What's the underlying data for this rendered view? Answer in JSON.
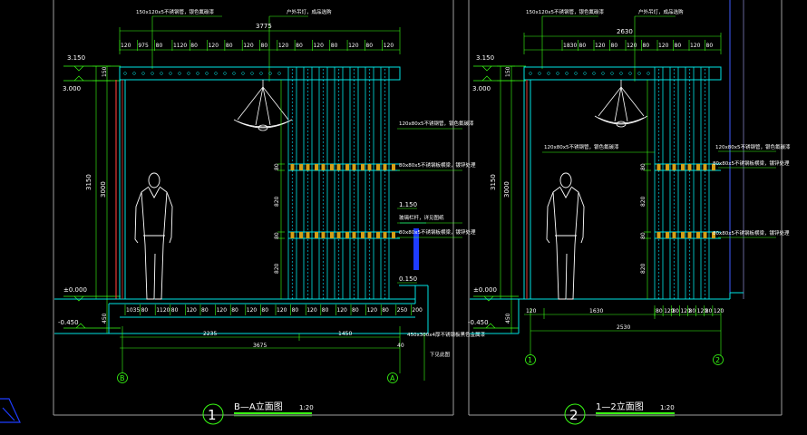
{
  "colors": {
    "background": "#000000",
    "structure": "#00e5e5",
    "dimension": "#39ff14",
    "text": "#ffffff",
    "accent_red": "#e53935",
    "accent_blue": "#1e3cff",
    "frame": "#9e9e9e"
  },
  "left": {
    "top_note": "150x120x5不锈钢管，银色氟碳漆",
    "top_right_note": "户外吊灯，成品选购",
    "total_width": "3775",
    "top_segments": [
      "120",
      "975",
      "80",
      "1120",
      "80",
      "120",
      "80",
      "120",
      "80",
      "120",
      "80",
      "120",
      "80",
      "120",
      "80",
      "120"
    ],
    "level_top": "3.150",
    "level_second": "3.000",
    "level_mid": "1.150",
    "level_low": "0.150",
    "level_zero": "±0.000",
    "level_ground": "-0.450",
    "height_total": "3150",
    "height_inner": "3000",
    "height_top": "150",
    "height_820_upper": "820",
    "height_80_upper": "80",
    "height_820_lower": "820",
    "height_80_lower": "80",
    "height_820_bottom": "820",
    "base_height": "450",
    "note_tube": "120x80x5不锈钢管，银色氟碳漆",
    "note_flat_upper": "80x80x5不锈钢板横梁，镀锌处理",
    "note_glass": "玻璃栏杆，详见图纸",
    "note_flat_lower": "80x80x5不锈钢板横梁，镀锌处理",
    "base_note": "450x300x4厚不锈钢板黑色金属漆",
    "bottom_segments": [
      "1035",
      "80",
      "1120",
      "80",
      "120",
      "80",
      "120",
      "80",
      "120",
      "80",
      "120",
      "80",
      "120",
      "80",
      "120",
      "80",
      "120",
      "80",
      "250",
      "200"
    ],
    "sub_total_left": "2235",
    "sub_total_right": "1450",
    "overall": "3675",
    "overall_extra": "40",
    "foundation_note": "下见此图",
    "axis_left": "B",
    "axis_right": "A",
    "title_number": "1",
    "title_text": "B—A立面图",
    "title_scale": "1:20"
  },
  "right": {
    "top_note": "150x120x5不锈钢管，银色氟碳漆",
    "top_right_note": "户外吊灯，成品选购",
    "total_width": "2630",
    "top_segments": [
      "1830",
      "80",
      "120",
      "80",
      "120",
      "80",
      "120",
      "80",
      "120",
      "80"
    ],
    "level_top": "3.150",
    "level_second": "3.000",
    "level_zero": "±0.000",
    "level_ground": "-0.450",
    "height_total": "3150",
    "height_inner": "3000",
    "height_top": "150",
    "height_820_upper": "820",
    "height_80_upper": "80",
    "height_820_lower": "820",
    "height_80_lower": "80",
    "height_820_bottom": "820",
    "base_height": "450",
    "note_tube_inner": "120x80x5不锈钢管，银色氟碳漆",
    "note_tube": "120x80x5不锈钢管，银色氟碳漆",
    "note_flat_upper": "80x80x5不锈钢板横梁，镀锌处理",
    "note_flat_lower": "80x80x5不锈钢板横梁，镀锌处理",
    "bottom_left": "120",
    "bottom_mid": "1630",
    "bottom_segments": [
      "80",
      "120",
      "80",
      "120",
      "80",
      "120",
      "80",
      "120"
    ],
    "overall": "2530",
    "axis_left": "1",
    "axis_right": "2",
    "title_number": "2",
    "title_text": "1—2立面图",
    "title_scale": "1:20"
  }
}
